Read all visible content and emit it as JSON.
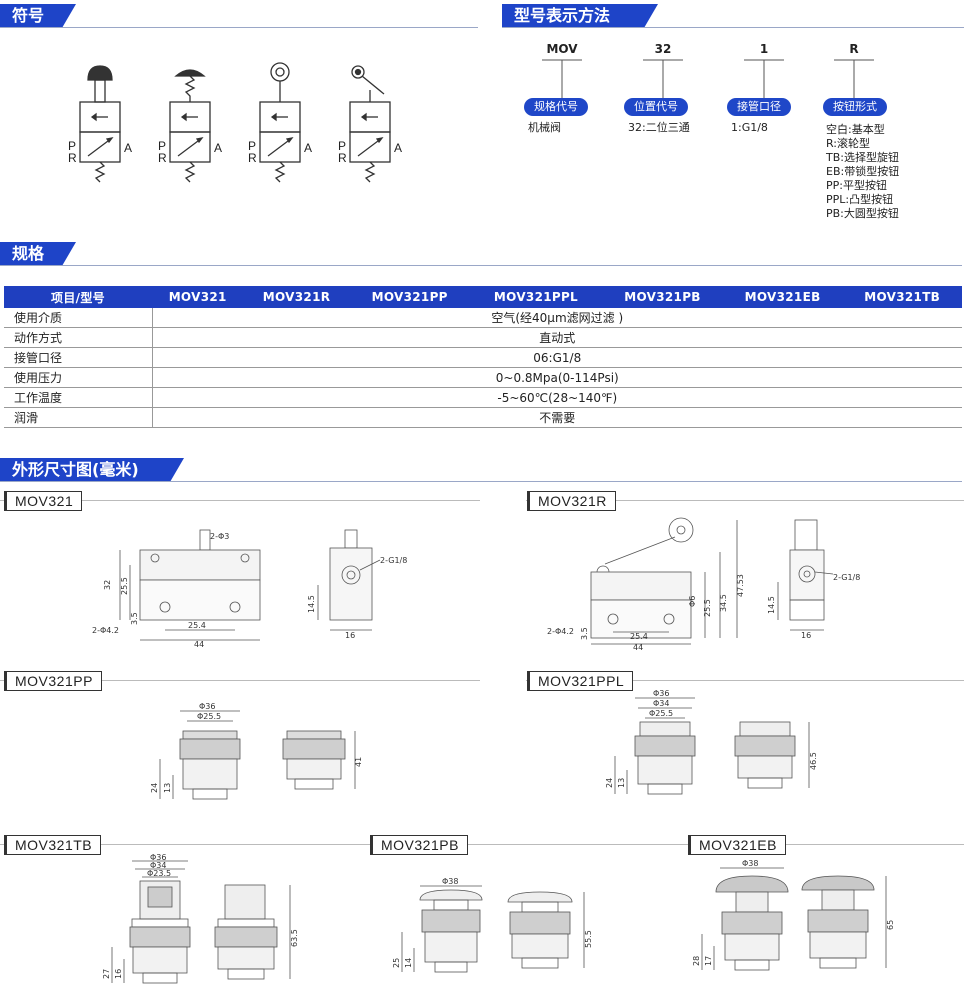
{
  "sections": {
    "symbol": "符号",
    "model_code": "型号表示方法",
    "spec": "规格",
    "dimensions": "外形尺寸图(毫米)"
  },
  "symbol_ports": {
    "p": "P",
    "r": "R",
    "a": "A"
  },
  "model_code": [
    {
      "code": "MOV",
      "label": "规格代号",
      "desc": [
        "机械阀"
      ]
    },
    {
      "code": "32",
      "label": "位置代号",
      "desc": [
        "32:二位三通"
      ]
    },
    {
      "code": "1",
      "label": "接管口径",
      "desc": [
        "1:G1/8"
      ]
    },
    {
      "code": "R",
      "label": "按钮形式",
      "desc": [
        "空白:基本型",
        "R:滚轮型",
        "TB:选择型旋钮",
        "EB:带锁型按钮",
        "PP:平型按钮",
        "PPL:凸型按钮",
        "PB:大圆型按钮"
      ]
    }
  ],
  "spec_table": {
    "headers": [
      "项目/型号",
      "MOV321",
      "MOV321R",
      "MOV321PP",
      "MOV321PPL",
      "MOV321PB",
      "MOV321EB",
      "MOV321TB"
    ],
    "rows": [
      {
        "item": "使用介质",
        "value": "空气(经40μm滤网过滤 )"
      },
      {
        "item": "动作方式",
        "value": "直动式"
      },
      {
        "item": "接管口径",
        "value": "06:G1/8"
      },
      {
        "item": "使用压力",
        "value": "0~0.8Mpa(0-114Psi)"
      },
      {
        "item": "工作温度",
        "value": "-5~60℃(28~140℉)"
      },
      {
        "item": "润滑",
        "value": "不需要"
      }
    ]
  },
  "models": {
    "mov321": "MOV321",
    "mov321r": "MOV321R",
    "mov321pp": "MOV321PP",
    "mov321ppl": "MOV321PPL",
    "mov321tb": "MOV321TB",
    "mov321pb": "MOV321PB",
    "mov321eb": "MOV321EB"
  },
  "dims": {
    "mov321": {
      "hole": "2-Φ3",
      "h1": "32",
      "h2": "25.5",
      "mount": "2-Φ4.2",
      "w1": "25.4",
      "w2": "44",
      "h3": "3.5",
      "port": "2-G1/8",
      "side_h": "14.5",
      "side_w": "16"
    },
    "mov321r": {
      "d1": "Φ6",
      "h2": "25.5",
      "h3": "34.5",
      "h4": "47.53",
      "mount": "2-Φ4.2",
      "w1": "25.4",
      "w2": "44",
      "h5": "3.5",
      "port": "2-G1/8",
      "side_h": "14.5",
      "side_w": "16"
    },
    "mov321pp": {
      "d1": "Φ36",
      "d2": "Φ25.5",
      "h1": "24",
      "h2": "13",
      "h3": "41"
    },
    "mov321ppl": {
      "d1": "Φ36",
      "d2": "Φ34",
      "d3": "Φ25.5",
      "h1": "24",
      "h2": "13",
      "h3": "46.5"
    },
    "mov321tb": {
      "d1": "Φ36",
      "d2": "Φ34",
      "d3": "Φ23.5",
      "h1": "27",
      "h2": "16",
      "h3": "63.5"
    },
    "mov321pb": {
      "d1": "Φ38",
      "h1": "25",
      "h2": "14",
      "h3": "55.5"
    },
    "mov321eb": {
      "d1": "Φ38",
      "h1": "28",
      "h2": "17",
      "h3": "65"
    }
  }
}
